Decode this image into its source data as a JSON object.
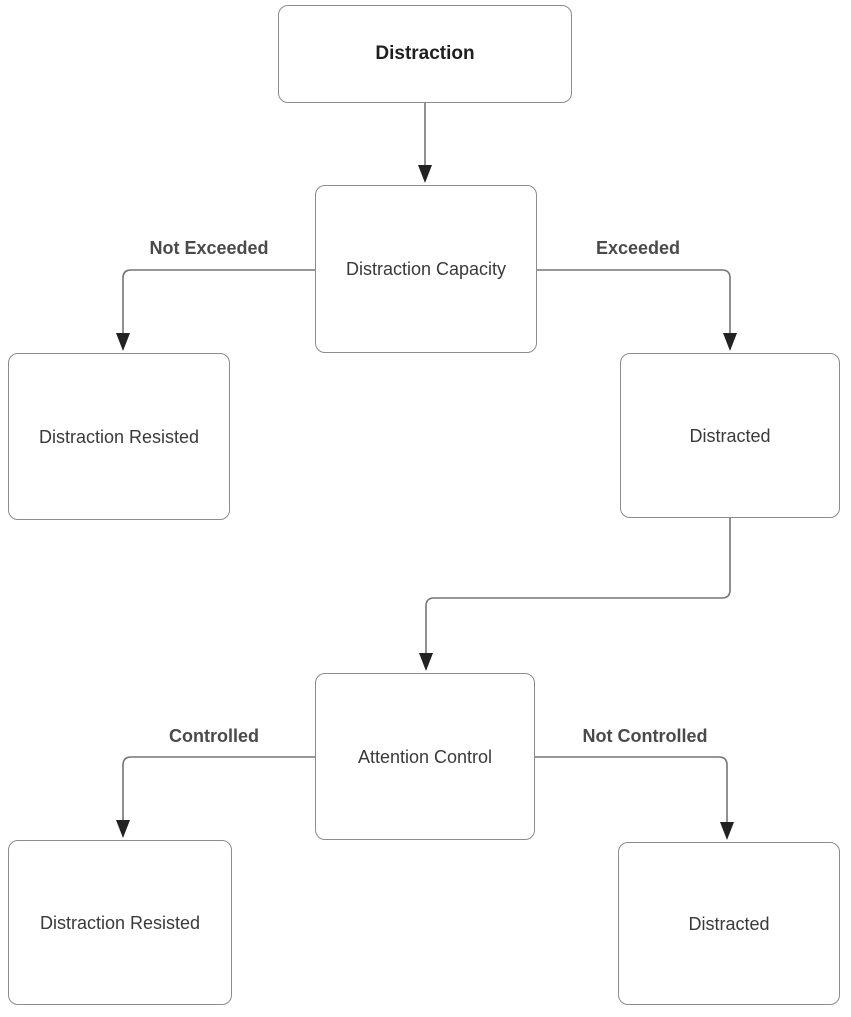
{
  "diagram": {
    "title_node": "Distraction",
    "nodes": {
      "distraction": {
        "label": "Distraction"
      },
      "capacity": {
        "label": "Distraction Capacity"
      },
      "resisted_top": {
        "label": "Distraction Resisted"
      },
      "distracted_top": {
        "label": "Distracted"
      },
      "attention": {
        "label": "Attention Control"
      },
      "resisted_bottom": {
        "label": "Distraction Resisted"
      },
      "distracted_bottom": {
        "label": "Distracted"
      }
    },
    "edge_labels": {
      "not_exceeded": "Not Exceeded",
      "exceeded": "Exceeded",
      "controlled": "Controlled",
      "not_controlled": "Not Controlled"
    },
    "colors": {
      "background": "#ffffff",
      "box_border": "#8c8c8c",
      "box_fill": "#ffffff",
      "line": "#757575",
      "arrowhead": "#222222",
      "text": "#3a3a3a",
      "label_text": "#4a4a4a"
    }
  }
}
